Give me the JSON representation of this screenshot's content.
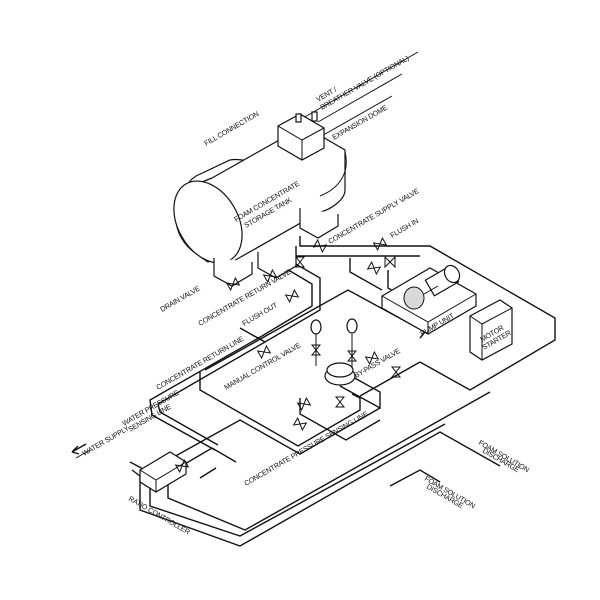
{
  "labels": {
    "fill_connection": "FILL CONNECTION",
    "vent_breather_line1": "VENT /",
    "vent_breather_line2": "BREATHER VALVE (OPTIONAL)",
    "expansion_dome": "EXPANSION DOME",
    "tank_line1": "FOAM CONCENTRATE",
    "tank_line2": "STORAGE TANK",
    "concentrate_supply_valve": "CONCENTRATE SUPPLY VALVE",
    "flush_in": "FLUSH IN",
    "drain_valve": "DRAIN VALVE",
    "concentrate_return_valve": "CONCENTRATE RETURN VALVE",
    "flush_out": "FLUSH OUT",
    "pump_unit": "PUMP UNIT",
    "motor_starter_line1": "MOTOR",
    "motor_starter_line2": "STARTER",
    "concentrate_return_line": "CONCENTRATE RETURN LINE",
    "manual_control_valve": "MANUAL CONTROL VALVE",
    "bypass_valve": "BY-PASS VALVE",
    "water_pressure_line1": "WATER PRESSURE",
    "water_pressure_line2": "SENSING LINE",
    "water_supply": "WATER SUPPLY",
    "concentrate_pressure_line": "CONCENTRATE PRESSURE SENSING LINE",
    "foam_discharge_top_line1": "FOAM SOLUTION",
    "foam_discharge_top_line2": "DISCHARGE",
    "foam_discharge_bottom_line1": "FOAM SOLUTION",
    "foam_discharge_bottom_line2": "DISCHARGE",
    "ratio_controller": "RATIO CONTROLLER"
  }
}
